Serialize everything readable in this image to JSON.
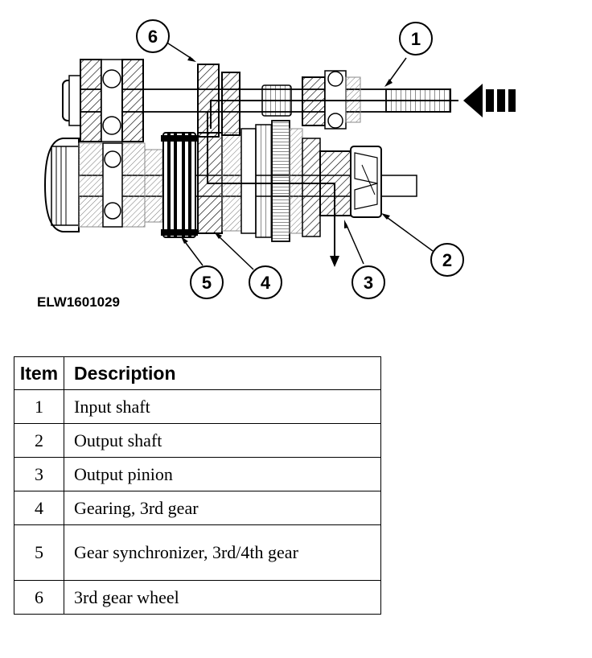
{
  "figure_id": "ELW1601029",
  "callouts": [
    "1",
    "2",
    "3",
    "4",
    "5",
    "6"
  ],
  "table": {
    "headers": {
      "item": "Item",
      "description": "Description"
    },
    "rows": [
      {
        "item": "1",
        "description": "Input shaft"
      },
      {
        "item": "2",
        "description": "Output shaft"
      },
      {
        "item": "3",
        "description": "Output pinion"
      },
      {
        "item": "4",
        "description": "Gearing, 3rd gear"
      },
      {
        "item": "5",
        "description": "Gear synchronizer, 3rd/4th gear"
      },
      {
        "item": "6",
        "description": "3rd gear wheel"
      }
    ]
  }
}
